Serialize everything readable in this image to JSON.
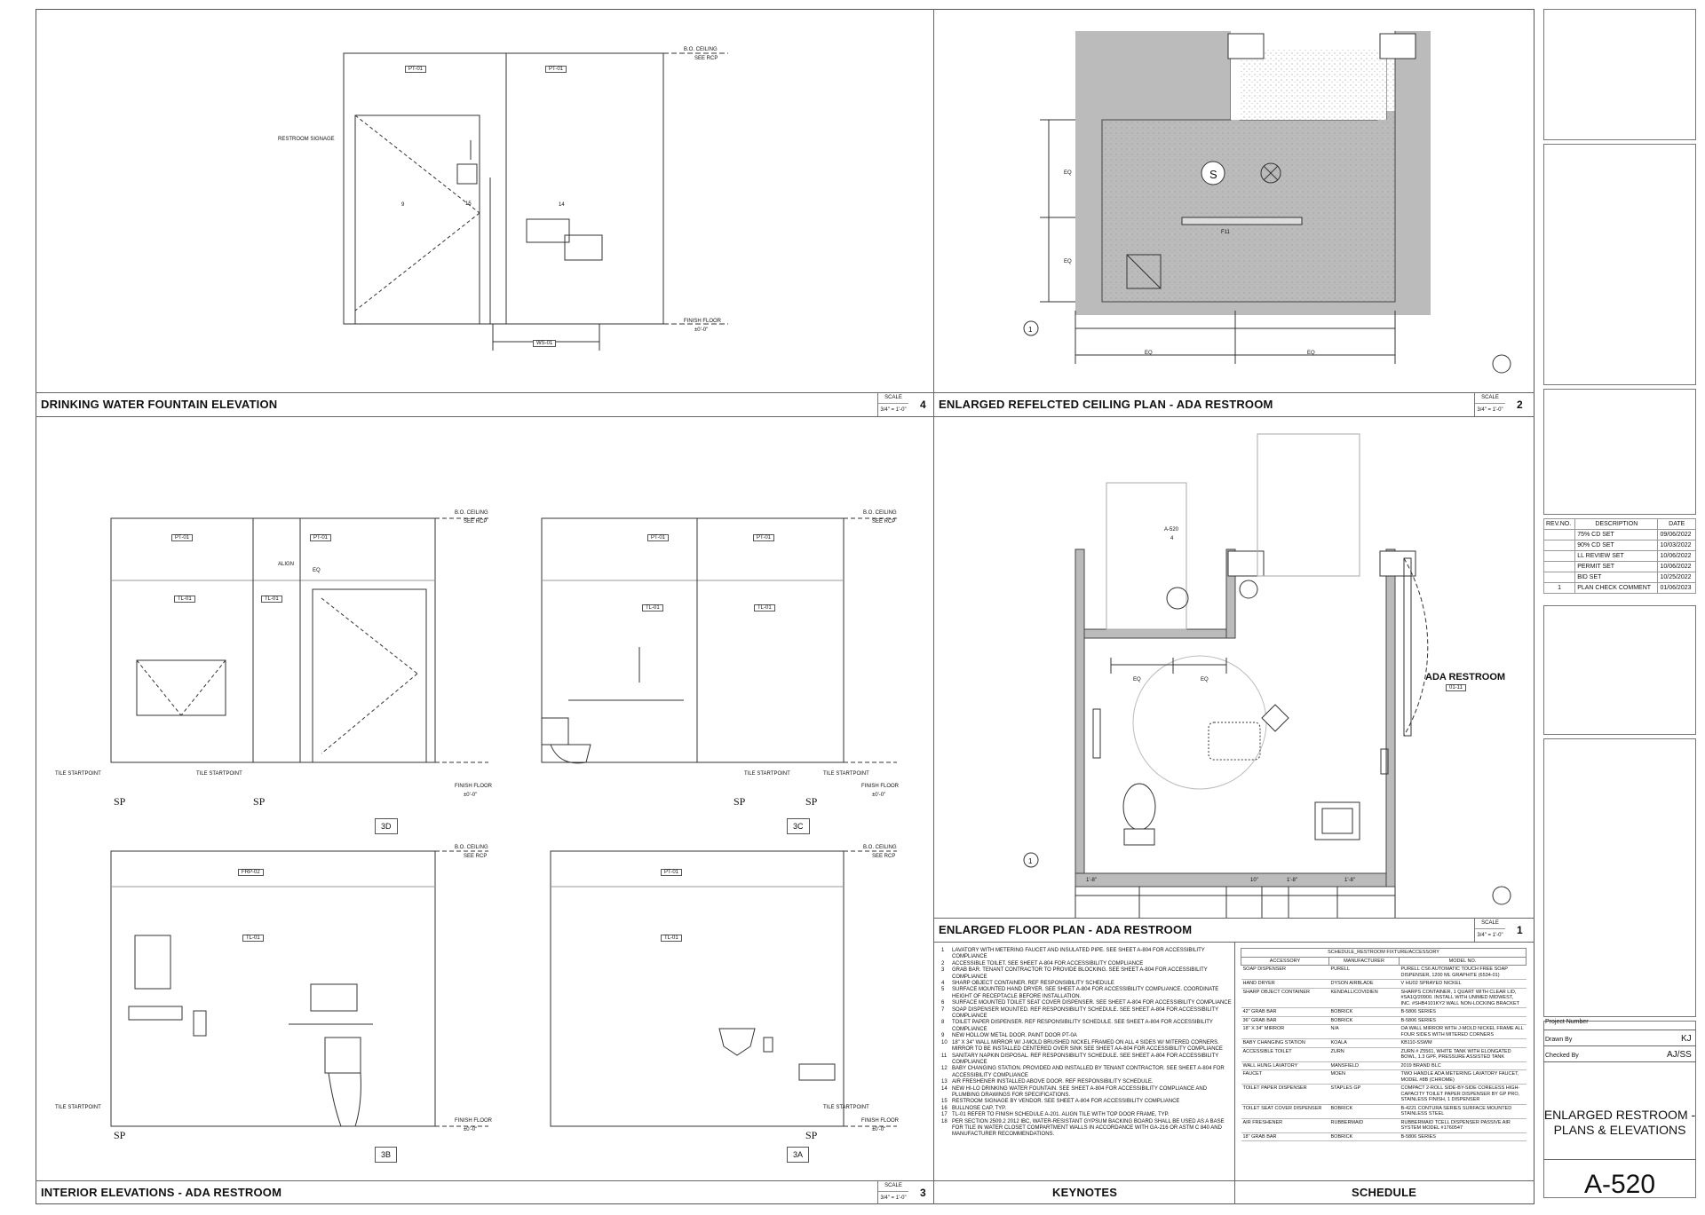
{
  "views": {
    "v4": {
      "title": "DRINKING WATER FOUNTAIN ELEVATION",
      "scale_label": "SCALE",
      "scale": "3/4\" = 1'-0\"",
      "number": "4"
    },
    "v2": {
      "title": "ENLARGED REFELCTED CEILING PLAN - ADA RESTROOM",
      "scale_label": "SCALE",
      "scale": "3/4\" = 1'-0\"",
      "number": "2"
    },
    "v1": {
      "title": "ENLARGED FLOOR PLAN - ADA RESTROOM",
      "scale_label": "SCALE",
      "scale": "3/4\" = 1'-0\"",
      "number": "1"
    },
    "v3": {
      "title": "INTERIOR ELEVATIONS - ADA RESTROOM",
      "scale_label": "SCALE",
      "scale": "3/4\" = 1'-0\"",
      "number": "3"
    },
    "keynotes_title": "KEYNOTES",
    "schedule_title": "SCHEDULE"
  },
  "elev4": {
    "pt1": "PT-01",
    "pt2": "PT-01",
    "ceiling": "B.O. CEILING",
    "see_rcp": "SEE RCP",
    "signage": "RESTROOM SIGNAGE",
    "finish": "FINISH FLOOR",
    "ff_val": "±0'-0\"",
    "ws": "WS-01",
    "k9": "9",
    "k15": "15",
    "k14": "14"
  },
  "rcp": {
    "s": "S",
    "eq1": "EQ",
    "eq2": "EQ",
    "eq3": "EQ",
    "eq4": "EQ",
    "f11": "F11",
    "grid": "1"
  },
  "plan": {
    "room": "ADA RESTROOM",
    "room_no": "01-11",
    "ref": "A-520",
    "ref_no": "4",
    "eq1": "EQ",
    "eq2": "EQ",
    "d1": "1'-8\"",
    "d2": "10\"",
    "d3": "1'-8\"",
    "d4": "1'-8\"",
    "grid": "1"
  },
  "elev3": {
    "pt": "PT-01",
    "tl": "TL-01",
    "frp": "FRP-02",
    "align": "ALIGN",
    "eq": "EQ",
    "ceiling": "B.O. CEILING",
    "see_rcp": "SEE RCP",
    "finish": "FINISH FLOOR",
    "ff_val": "±0'-0\"",
    "tile": "TILE STARTPOINT",
    "sp": "SP",
    "tags": [
      "3D",
      "3C",
      "3B",
      "3A"
    ]
  },
  "keynotes": [
    {
      "n": "1",
      "t": "LAVATORY WITH METERING FAUCET AND INSULATED PIPE. SEE SHEET A-804 FOR ACCESSIBILITY COMPLIANCE"
    },
    {
      "n": "2",
      "t": "ACCESSIBLE TOILET. SEE SHEET A-804 FOR ACCESSIBILITY COMPLIANCE"
    },
    {
      "n": "3",
      "t": "GRAB BAR. TENANT CONTRACTOR TO PROVIDE BLOCKING. SEE SHEET A-804 FOR ACCESSIBILITY COMPLIANCE"
    },
    {
      "n": "4",
      "t": "SHARP OBJECT CONTAINER. REF RESPONSIBILITY SCHEDULE"
    },
    {
      "n": "5",
      "t": "SURFACE MOUNTED HAND DRYER. SEE SHEET A-804 FOR ACCESSIBILITY COMPLIANCE. COORDINATE HEIGHT OF RECEPTACLE BEFORE INSTALLATION."
    },
    {
      "n": "6",
      "t": "SURFACE MOUNTED TOILET SEAT COVER DISPENSER. SEE SHEET A-804 FOR ACCESSIBILITY COMPLIANCE"
    },
    {
      "n": "7",
      "t": "SOAP DISPENSER MOUNTED. REF RESPONSIBILITY SCHEDULE. SEE SHEET A-804 FOR ACCESSIBILITY COMPLIANCE"
    },
    {
      "n": "8",
      "t": "TOILET PAPER DISPENSER. REF RESPONSIBILITY SCHEDULE. SEE SHEET A-804 FOR ACCESSIBILITY COMPLIANCE"
    },
    {
      "n": "9",
      "t": "NEW HOLLOW METAL DOOR. PAINT DOOR PT-0A"
    },
    {
      "n": "10",
      "t": "18\" X 34\" WALL MIRROR W/ J-MOLD BRUSHED NICKEL FRAMED ON ALL 4 SIDES W/ MITERED CORNERS. MIRROR TO BE INSTALLED CENTERED OVER SINK SEE SHEET AA-804 FOR ACCESSIBILITY COMPLIANCE"
    },
    {
      "n": "11",
      "t": "SANITARY NAPKIN DISPOSAL. REF RESPONSIBILITY SCHEDULE. SEE SHEET A-804 FOR ACCESSIBILITY COMPLIANCE"
    },
    {
      "n": "12",
      "t": "BABY CHANGING STATION. PROVIDED AND INSTALLED BY TENANT CONTRACTOR. SEE SHEET A-804 FOR ACCESSIBILITY COMPLIANCE"
    },
    {
      "n": "13",
      "t": "AIR FRESHENER INSTALLED ABOVE DOOR. REF RESPONSIBILITY SCHEDULE."
    },
    {
      "n": "14",
      "t": "NEW HI-LO DRINKING WATER FOUNTAIN. SEE SHEET A-804 FOR ACCESSIBILITY COMPLIANCE AND PLUMBING DRAWINGS FOR SPECIFICATIONS."
    },
    {
      "n": "15",
      "t": "RESTROOM SIGNAGE BY VENDOR. SEE SHEET A-804 FOR ACCESSIBILITY COMPLIANCE"
    },
    {
      "n": "16",
      "t": "BULLNOSE CAP, TYP."
    },
    {
      "n": "17",
      "t": "TL-01 REFER TO FINISH SCHEDULE A-201. ALIGN TILE WITH TOP DOOR FRAME, TYP."
    },
    {
      "n": "18",
      "t": "PER SECTION 2509.2 2012 IBC, WATER-RESISTANT GYPSUM BACKING BOARD SHALL BE USED AS A BASE FOR TILE IN WATER CLOSET COMPARTMENT WALLS IN ACCORDANCE WITH GA-216 OR ASTM C 840 AND MANUFACTURER RECOMMENDATIONS."
    }
  ],
  "schedule": {
    "title": "SCHEDULE_RESTROOM FIXTURE/ACCESSORY",
    "headers": [
      "ACCESSORY",
      "MANUFACTURER",
      "MODEL NO."
    ],
    "rows": [
      [
        "SOAP DISPENSER",
        "PURELL",
        "PURELL CS6 AUTOMATIC TOUCH FREE SOAP DISPENSER, 1200 ML GRAPHITE (6534-01)"
      ],
      [
        "HAND DRYER",
        "DYSON AIRBLADE",
        "V HU02 SPRAYED NICKEL"
      ],
      [
        "SHARP OBJECT CONTAINER",
        "KENDALL/COVIDIEN",
        "SHARPS CONTAINER, 1 QUART WITH CLEAR LID, #SA1Q/20900. INSTALL WITH UNIMED MIDWEST, INC. #SHB4101KY2 WALL NON-LOCKING BRACKET"
      ],
      [
        "42\" GRAB BAR",
        "BOBRICK",
        "B-5806 SERIES"
      ],
      [
        "36\" GRAB BAR",
        "BOBRICK",
        "B-5806 SERIES"
      ],
      [
        "18\" X 34\" MIRROR",
        "N/A",
        "OA WALL MIRROR WITH J-MOLD NICKEL FRAME ALL FOUR SIDES WITH MITERED CORNERS"
      ],
      [
        "BABY CHANGING STATION",
        "KOALA",
        "KB110-SSWM"
      ],
      [
        "ACCESSIBLE TOILET",
        "ZURN",
        "ZURN # Z5561, WHITE TANK WITH ELONGATED BOWL, 1.3 GPF, PRESSURE ASSISTED TANK"
      ],
      [
        "WALL HUNG LAVATORY",
        "MANSFIELD",
        "2019 BRAND BLC"
      ],
      [
        "FAUCET",
        "MOEN",
        "TWO HANDLE ADA METERING LAVATORY FAUCET, MODEL #8B (CHROME)"
      ],
      [
        "TOILET PAPER DISPENSER",
        "STAPLES GP",
        "COMPACT 2-ROLL SIDE-BY-SIDE CORELESS HIGH-CAPACITY TOILET PAPER DISPENSER BY GP PRO, STAINLESS FINISH, 1 DISPENSER"
      ],
      [
        "TOILET SEAT COVER DISPENSER",
        "BOBRICK",
        "B-4221 CONTURA SERIES SURFACE MOUNTED STAINLESS STEEL"
      ],
      [
        "AIR FRESHENER",
        "RUBBERMAID",
        "RUBBERMAID TCELL DISPENSER PASSIVE AIR SYSTEM MODEL #1760547"
      ],
      [
        "18\" GRAB BAR",
        "BOBRICK",
        "B-5806 SERIES"
      ]
    ]
  },
  "revisions": {
    "headers": [
      "REV.NO.",
      "DESCRIPTION",
      "DATE"
    ],
    "rows": [
      [
        "",
        "75% CD SET",
        "09/06/2022"
      ],
      [
        "",
        "90% CD SET",
        "10/03/2022"
      ],
      [
        "",
        "LL REVIEW SET",
        "10/06/2022"
      ],
      [
        "",
        "PERMIT SET",
        "10/06/2022"
      ],
      [
        "",
        "BID SET",
        "10/25/2022"
      ],
      [
        "1",
        "PLAN CHECK COMMENT",
        "01/06/2023"
      ]
    ]
  },
  "titleblock": {
    "project_number_label": "Project Number",
    "drawn_by_label": "Drawn By",
    "drawn_by": "KJ",
    "checked_by_label": "Checked By",
    "checked_by": "AJ/SS",
    "sheet_title": "ENLARGED RESTROOM - PLANS & ELEVATIONS",
    "sheet_number": "A-520"
  }
}
